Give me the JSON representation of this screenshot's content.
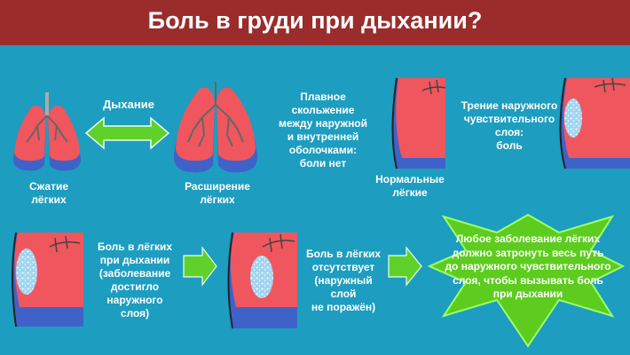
{
  "title": "Боль в груди при дыхании?",
  "labels": {
    "breathing": "Дыхание",
    "compression": "Сжатие\nлёгких",
    "expansion": "Расширение\nлёгких",
    "smooth_glide": "Плавное скольжение\nмежду наружной\nи внутренней\nоболочками:\nболи нет",
    "normal_lungs": "Нормальные\nлёгкие",
    "friction": "Трение наружного\nчувствительного\nслоя:\nболь",
    "pain_when_breathing": "Боль в лёгких\nпри дыхании\n(заболевание\nдостигло наружного\nслоя)",
    "no_pain": "Боль в лёгких\nотсутствует\n(наружный слой\nне поражён)",
    "conclusion": "Любое заболевание лёгких\nдолжно затронуть весь путь\nдо наружного чувствительного\nслоя, чтобы вызывать боль\nпри дыхании"
  },
  "colors": {
    "background": "#1d9dc0",
    "header": "#9b2c2c",
    "lung_red": "#f0565e",
    "lung_blue": "#3f62c8",
    "arrow_green": "#5fd12a",
    "burst_green": "#5dcc1f"
  }
}
